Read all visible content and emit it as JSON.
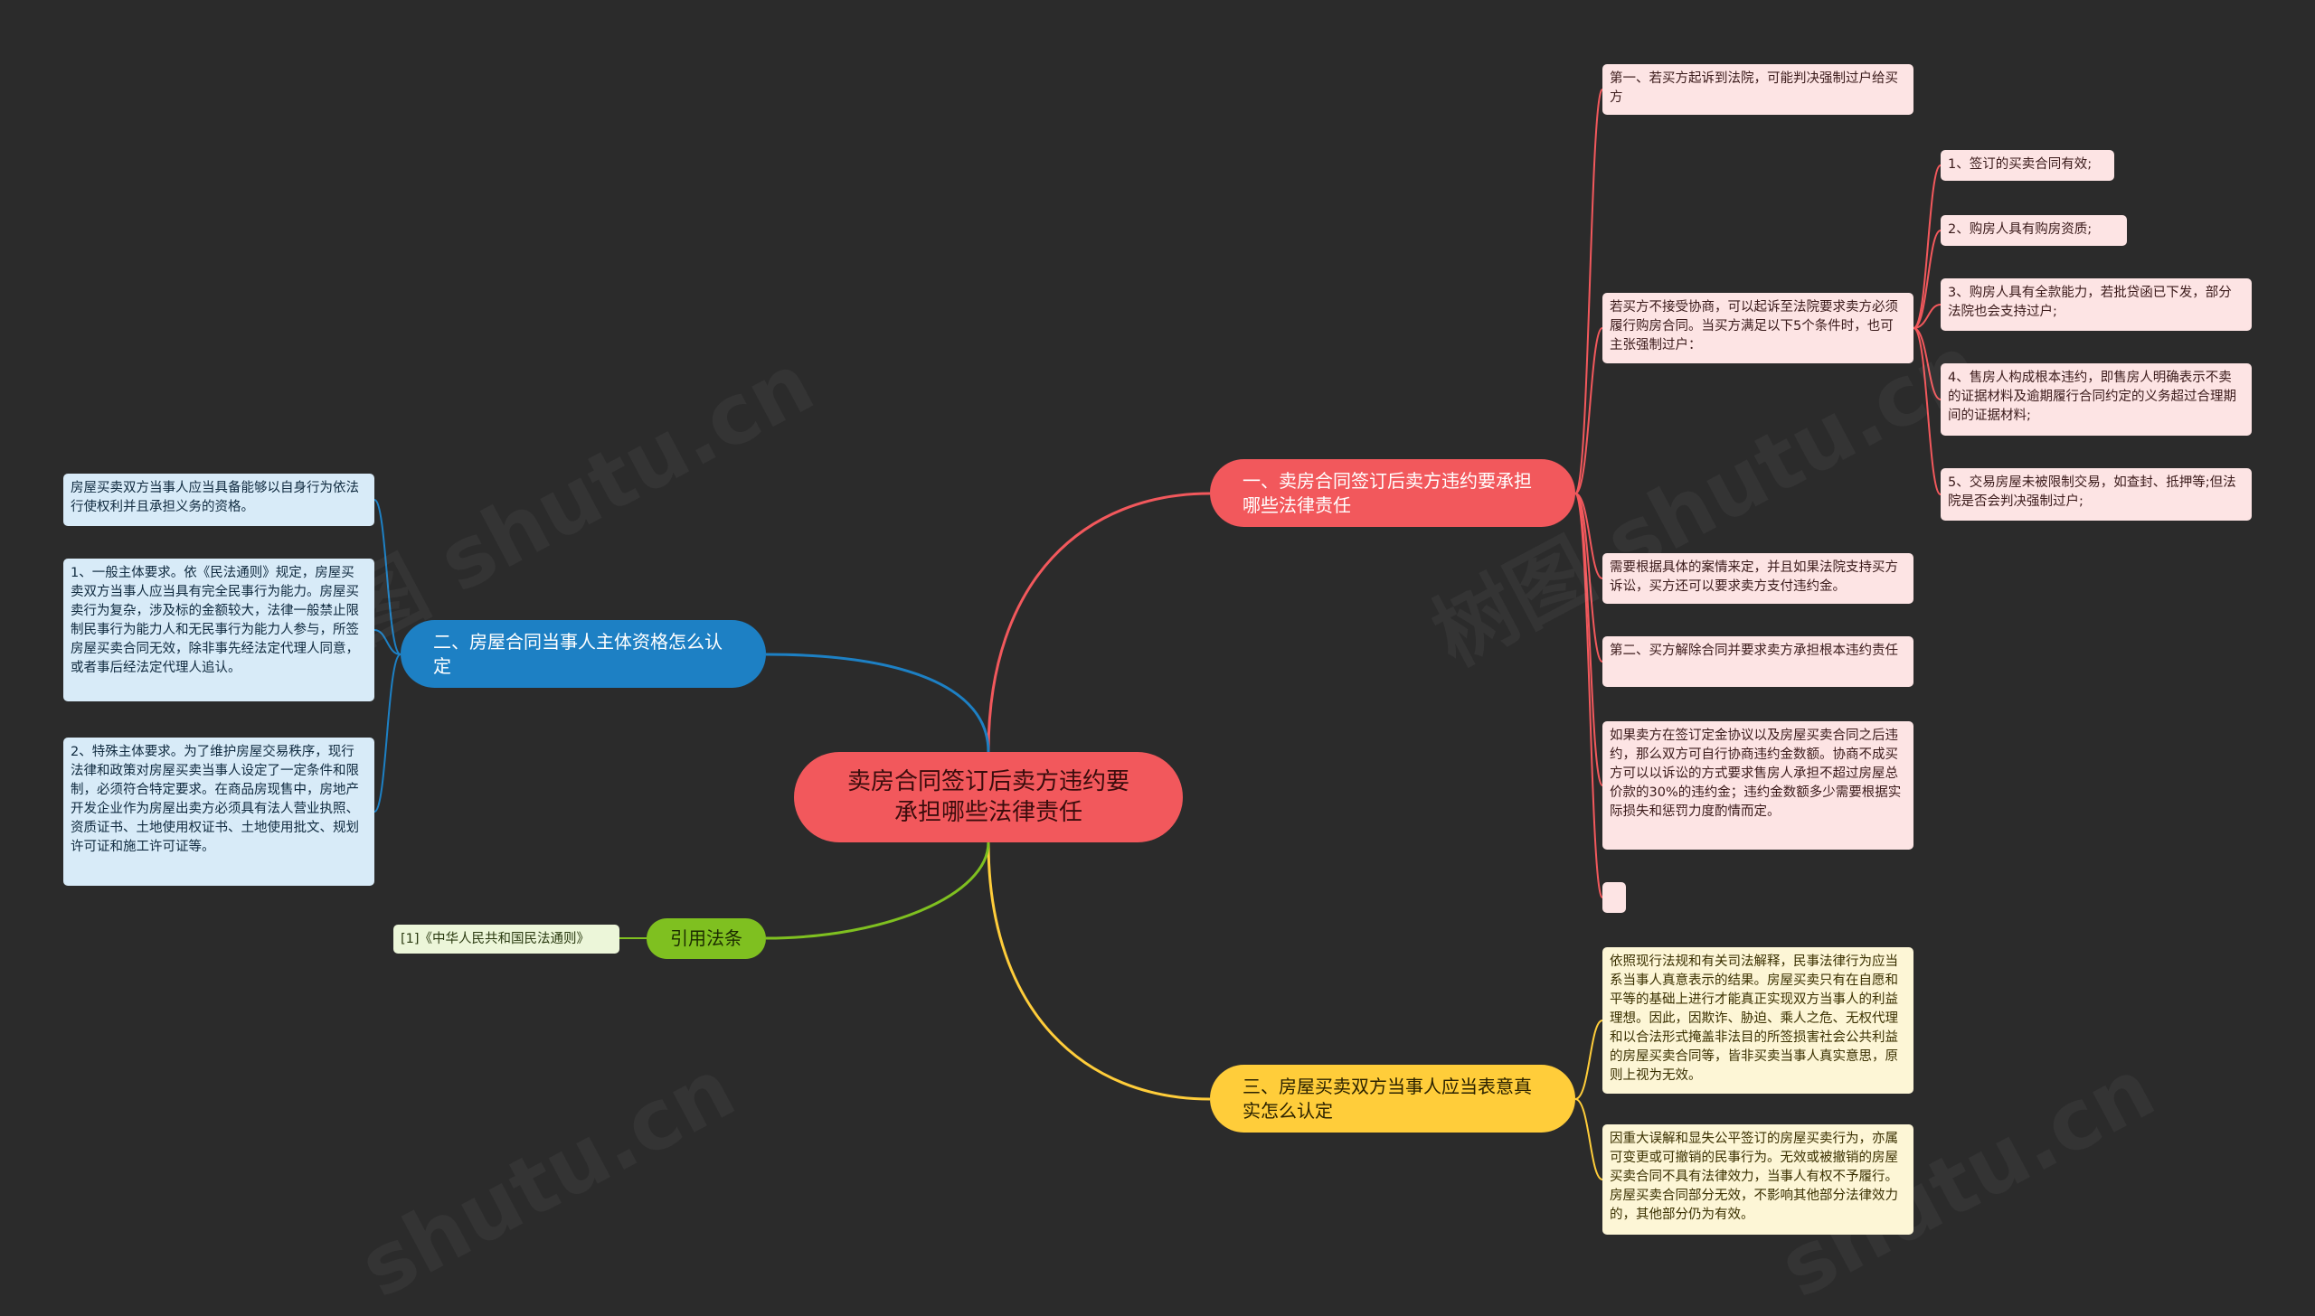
{
  "root": {
    "label": "卖房合同签订后卖方违约要承担哪些法律责任"
  },
  "branches": {
    "b1": {
      "label": "一、卖房合同签订后卖方违约要承担哪些法律责任",
      "color": "#f2585c"
    },
    "b2": {
      "label": "二、房屋合同当事人主体资格怎么认定",
      "color": "#1d80c4"
    },
    "b3": {
      "label": "三、房屋买卖双方当事人应当表意真实怎么认定",
      "color": "#ffcd3a"
    },
    "b4": {
      "label": "引用法条",
      "color": "#7fc020"
    }
  },
  "b1_items": [
    "第一、若买方起诉到法院，可能判决强制过户给买方",
    "若买方不接受协商，可以起诉至法院要求卖方必须履行购房合同。当买方满足以下5个条件时，也可主张强制过户：",
    "需要根据具体的案情来定，并且如果法院支持买方诉讼，买方还可以要求卖方支付违约金。",
    "第二、买方解除合同并要求卖方承担根本违约责任",
    "如果卖方在签订定金协议以及房屋买卖合同之后违约，那么双方可自行协商违约金数额。协商不成买方可以以诉讼的方式要求售房人承担不超过房屋总价款的30%的违约金；违约金数额多少需要根据实际损失和惩罚力度酌情而定。",
    ""
  ],
  "b1_conditions": [
    "1、签订的买卖合同有效;",
    "2、购房人具有购房资质;",
    "3、购房人具有全款能力，若批贷函已下发，部分法院也会支持过户;",
    "4、售房人构成根本违约，即售房人明确表示不卖的证据材料及逾期履行合同约定的义务超过合理期间的证据材料;",
    "5、交易房屋未被限制交易，如查封、抵押等;但法院是否会判决强制过户;"
  ],
  "b2_items": [
    "房屋买卖双方当事人应当具备能够以自身行为依法行使权利并且承担义务的资格。",
    "1、一般主体要求。依《民法通则》规定，房屋买卖双方当事人应当具有完全民事行为能力。房屋买卖行为复杂，涉及标的金额较大，法律一般禁止限制民事行为能力人和无民事行为能力人参与，所签房屋买卖合同无效，除非事先经法定代理人同意，或者事后经法定代理人追认。",
    "2、特殊主体要求。为了维护房屋交易秩序，现行法律和政策对房屋买卖当事人设定了一定条件和限制，必须符合特定要求。在商品房现售中，房地产开发企业作为房屋出卖方必须具有法人营业执照、资质证书、土地使用权证书、土地使用批文、规划许可证和施工许可证等。"
  ],
  "b3_items": [
    "依照现行法规和有关司法解释，民事法律行为应当系当事人真意表示的结果。房屋买卖只有在自愿和平等的基础上进行才能真正实现双方当事人的利益理想。因此，因欺诈、胁迫、乘人之危、无权代理和以合法形式掩盖非法目的所签损害社会公共利益的房屋买卖合同等，皆非买卖当事人真实意思，原则上视为无效。",
    "因重大误解和显失公平签订的房屋买卖行为，亦属可变更或可撤销的民事行为。无效或被撤销的房屋买卖合同不具有法律效力，当事人有权不予履行。房屋买卖合同部分无效，不影响其他部分法律效力的，其他部分仍为有效。"
  ],
  "b4_items": [
    "[1]《中华人民共和国民法通则》"
  ]
}
